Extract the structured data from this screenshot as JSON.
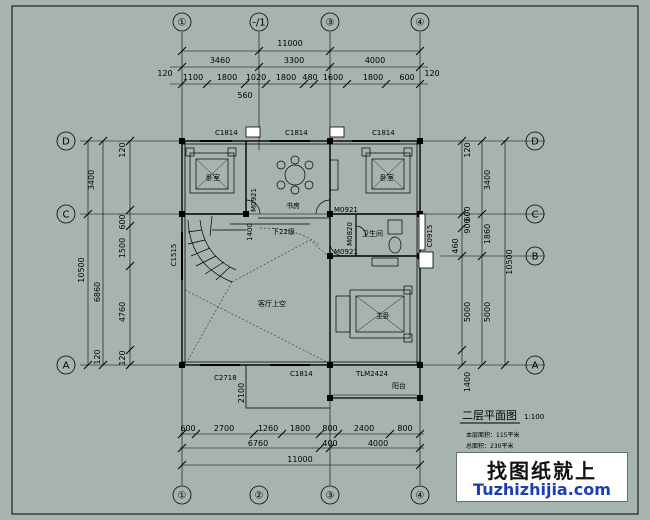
{
  "axes": {
    "top": [
      "①",
      "-/1",
      "③",
      "④"
    ],
    "bottom": [
      "①",
      "②",
      "③",
      "④"
    ],
    "left": [
      "D",
      "C",
      "A"
    ],
    "right": [
      "D",
      "C",
      "B",
      "A"
    ]
  },
  "dims": {
    "top_total": "11000",
    "top_bays": [
      "3460",
      "3300",
      "4000"
    ],
    "top_offset_left": "120",
    "top_offset_right": "120",
    "top_details": [
      "1100",
      "1800",
      "1020",
      "1800",
      "480",
      "1600",
      "1800",
      "600"
    ],
    "top_extra": "560",
    "bottom_details": [
      "600",
      "2700",
      "1260",
      "1800",
      "800",
      "2400",
      "800"
    ],
    "bottom_mid": [
      "6760",
      "400",
      "4000"
    ],
    "bottom_total": "11000",
    "bottom_vertical": "2100",
    "left_outer": [
      "3400",
      "10500",
      "6860",
      "120"
    ],
    "left_inner": [
      "120",
      "600",
      "1500",
      "4760",
      "120"
    ],
    "right_inner": [
      "120",
      "900",
      "600",
      "460",
      "5000",
      "1400"
    ],
    "right_outer": [
      "3400",
      "1860",
      "10500",
      "5000"
    ]
  },
  "labels": {
    "windows": [
      "C1814",
      "C1814",
      "C1814",
      "C1515",
      "C2718",
      "C1814",
      "C0915"
    ],
    "doors": [
      "M0921",
      "M0921",
      "M0921",
      "M0820",
      "TLM2424"
    ],
    "rooms": [
      "卧室",
      "书房",
      "卧室",
      "卫生间",
      "客厅上空",
      "主卧",
      "阳台"
    ],
    "stair_label": "下22级",
    "stair_mark": "1400",
    "plan_title": "二层平面图",
    "plan_scale": "1:100",
    "area_build": "本层面积：115平米",
    "area_total": "总面积：230平米"
  },
  "watermark": {
    "cn": "找图纸就上",
    "url": "Tuzhizhijia.com"
  },
  "colors": {
    "background": "#a7b3ae",
    "lines": "#000000",
    "watermark_url": "#1b3fb0"
  }
}
